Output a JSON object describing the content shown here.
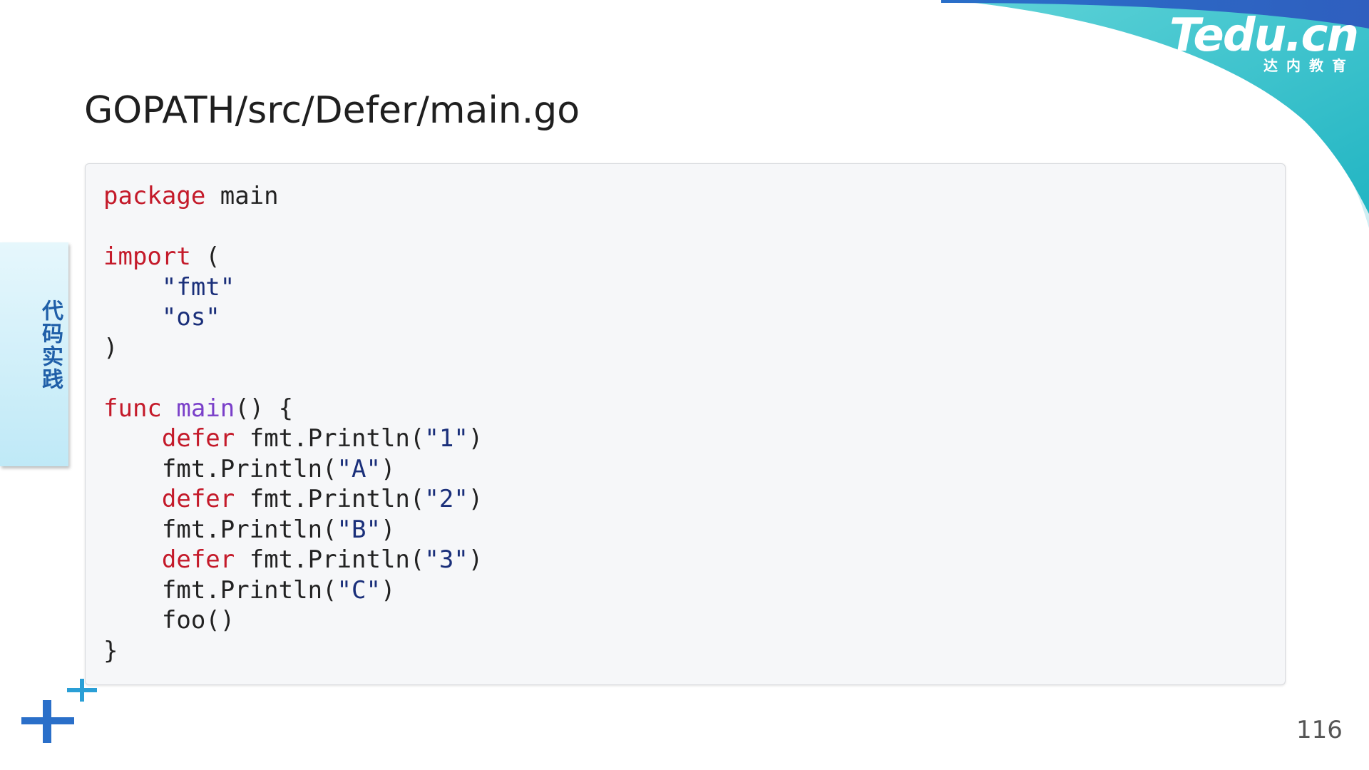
{
  "title": "GOPATH/src/Defer/main.go",
  "side_tab": {
    "label": "代码实践"
  },
  "logo": {
    "name": "Tedu.cn",
    "sub": "达内教育"
  },
  "page_number": "116",
  "colors": {
    "keyword": "#c41a2a",
    "function_name": "#7a3fc9",
    "string": "#1a2f7a",
    "brand_blue": "#2a6fc9",
    "brand_teal": "#2bc3c9"
  },
  "code": {
    "package_kw": "package",
    "package_name": " main",
    "import_kw": "import",
    "import_open": " (",
    "import_fmt": "\"fmt\"",
    "import_os": "\"os\"",
    "import_close": ")",
    "func_kw": "func",
    "func_name": "main",
    "func_sig": "() {",
    "defer_kw": "defer",
    "call_prefix": "fmt.Println(",
    "call_suffix": ")",
    "arg_1": "\"1\"",
    "arg_A": "\"A\"",
    "arg_2": "\"2\"",
    "arg_B": "\"B\"",
    "arg_3": "\"3\"",
    "arg_C": "\"C\"",
    "foo_call": "foo()",
    "close_brace": "}"
  }
}
